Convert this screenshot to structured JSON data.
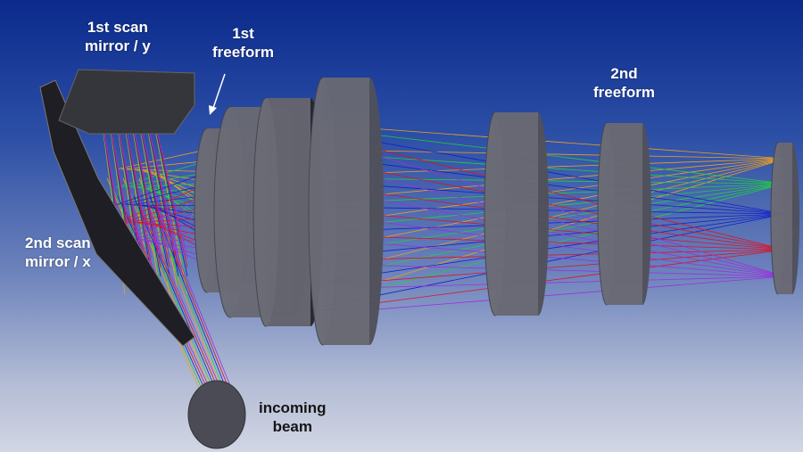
{
  "labels": {
    "scan_mirror_1": "1st scan\nmirror / y",
    "freeform_1": "1st\nfreeform",
    "freeform_2": "2nd\nfreeform",
    "scan_mirror_2": "2nd scan\nmirror / x",
    "incoming_beam": "incoming\nbeam"
  },
  "colors": {
    "lens_face": "#6b6c76",
    "lens_body": "#50515b",
    "mirror": "#2a2a30"
  },
  "ray_bundles": [
    {
      "name": "orange",
      "color": "#f0a020"
    },
    {
      "name": "green",
      "color": "#20d040"
    },
    {
      "name": "blue",
      "color": "#1020c8"
    },
    {
      "name": "red",
      "color": "#e01020"
    },
    {
      "name": "purple",
      "color": "#9a30e0"
    }
  ]
}
